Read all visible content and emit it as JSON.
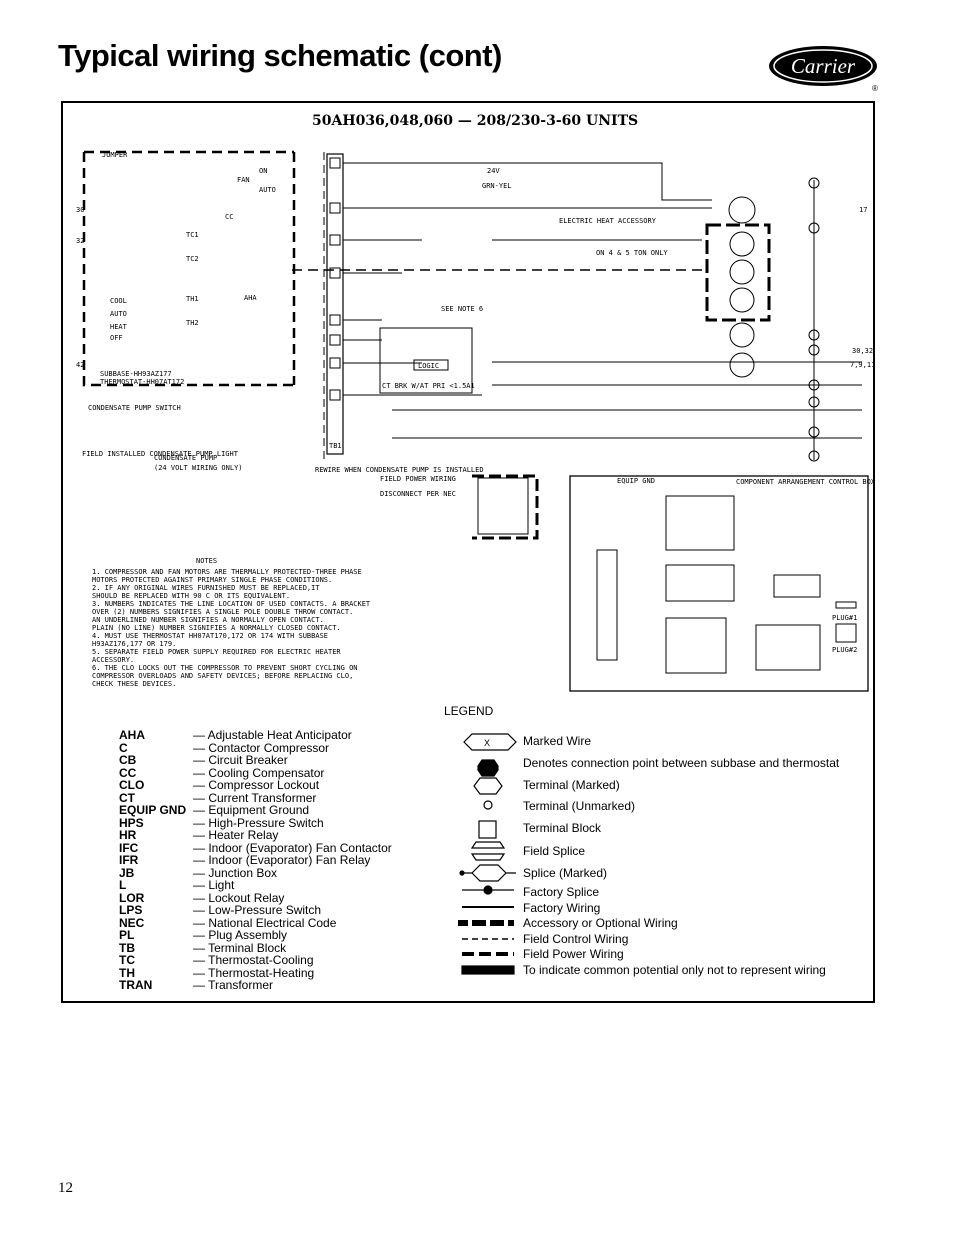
{
  "page": {
    "title": "Typical wiring schematic (cont)",
    "number": "12"
  },
  "brand": {
    "name": "Carrier",
    "mark": "®",
    "color": "#000000"
  },
  "diagram": {
    "title": "50AH036,048,060 — 208/230-3-60 UNITS",
    "labels": {
      "jumper": "JUMPER",
      "fan": "FAN",
      "on": "ON",
      "auto": "AUTO",
      "cc": "CC",
      "tc1": "TC1",
      "tc2": "TC2",
      "cool": "COOL",
      "heat": "HEAT",
      "off": "OFF",
      "th1": "TH1",
      "th2": "TH2",
      "aha": "AHA",
      "subbase": "SUBBASE-HH93AZ177",
      "thermostat": "THERMOSTAT-HH07AT172",
      "condensate_pump_switch": "CONDENSATE PUMP SWITCH",
      "field_installed": "FIELD INSTALLED CONDENSATE PUMP LIGHT",
      "condensate_pump": "CONDENSATE PUMP",
      "volt_wiring": "(24 VOLT WIRING ONLY)",
      "rewire": "REWIRE WHEN CONDENSATE PUMP IS INSTALLED",
      "field_power_wiring": "FIELD POWER WIRING",
      "disconnect": "DISCONNECT PER NEC",
      "equip_gnd": "EQUIP GND",
      "component_arrangement": "COMPONENT ARRANGEMENT CONTROL BOX",
      "electric_heat": "ELECTRIC HEAT ACCESSORY",
      "ton_only": "ON 4 & 5 TON ONLY",
      "see_note": "SEE NOTE 6",
      "plug1": "PLUG#1",
      "plug2": "PLUG#2",
      "tb1": "TB1",
      "grn_yel": "GRN-YEL",
      "v24": "24V",
      "logic": "LOGIC",
      "ct": "CT BRK W/AT PRI <1.5A1"
    },
    "wire_refs": {
      "r30": "30",
      "r32": "32",
      "r42": "42",
      "r17": "17",
      "r3032": "30,32",
      "r79": "7,9,11"
    },
    "notes_heading": "NOTES",
    "notes": [
      "1. COMPRESSOR AND FAN MOTORS ARE THERMALLY PROTECTED-THREE PHASE",
      "   MOTORS PROTECTED AGAINST PRIMARY SINGLE PHASE CONDITIONS.",
      "2. IF ANY ORIGINAL WIRES FURNISHED MUST BE REPLACED,IT",
      "   SHOULD BE REPLACED WITH 90 C OR ITS EQUIVALENT.",
      "3. NUMBERS INDICATES THE LINE LOCATION OF USED CONTACTS. A BRACKET",
      "   OVER (2) NUMBERS SIGNIFIES A SINGLE POLE DOUBLE THROW CONTACT.",
      "   AN UNDERLINED NUMBER SIGNIFIES A NORMALLY OPEN CONTACT.",
      "   PLAIN (NO LINE) NUMBER SIGNIFIES A NORMALLY CLOSED CONTACT.",
      "4. MUST USE THERMOSTAT HH07AT170,172 OR 174 WITH SUBBASE",
      "   H93AZ176,177 OR 179.",
      "5. SEPARATE FIELD POWER SUPPLY REQUIRED FOR ELECTRIC HEATER",
      "   ACCESSORY.",
      "6. THE CLO LOCKS OUT THE COMPRESSOR TO PREVENT SHORT CYCLING ON",
      "   COMPRESSOR OVERLOADS AND SAFETY DEVICES; BEFORE REPLACING CLO,",
      "   CHECK THESE DEVICES."
    ]
  },
  "legend": {
    "heading": "LEGEND",
    "abbreviations": [
      {
        "abbr": "AHA",
        "desc": "— Adjustable Heat Anticipator"
      },
      {
        "abbr": "C",
        "desc": "— Contactor Compressor"
      },
      {
        "abbr": "CB",
        "desc": "— Circuit Breaker"
      },
      {
        "abbr": "CC",
        "desc": "— Cooling Compensator"
      },
      {
        "abbr": "CLO",
        "desc": "— Compressor Lockout"
      },
      {
        "abbr": "CT",
        "desc": "— Current Transformer"
      },
      {
        "abbr": "EQUIP GND",
        "desc": "— Equipment Ground"
      },
      {
        "abbr": "HPS",
        "desc": "— High-Pressure Switch"
      },
      {
        "abbr": "HR",
        "desc": "— Heater Relay"
      },
      {
        "abbr": "IFC",
        "desc": "— Indoor (Evaporator) Fan Contactor"
      },
      {
        "abbr": "IFR",
        "desc": "— Indoor (Evaporator) Fan Relay"
      },
      {
        "abbr": "JB",
        "desc": "— Junction Box"
      },
      {
        "abbr": "L",
        "desc": "— Light"
      },
      {
        "abbr": "LOR",
        "desc": "— Lockout Relay"
      },
      {
        "abbr": "LPS",
        "desc": "— Low-Pressure Switch"
      },
      {
        "abbr": "NEC",
        "desc": "— National Electrical Code"
      },
      {
        "abbr": "PL",
        "desc": "— Plug Assembly"
      },
      {
        "abbr": "TB",
        "desc": "— Terminal Block"
      },
      {
        "abbr": "TC",
        "desc": "— Thermostat-Cooling"
      },
      {
        "abbr": "TH",
        "desc": "— Thermostat-Heating"
      },
      {
        "abbr": "TRAN",
        "desc": "— Transformer"
      }
    ],
    "symbols": [
      {
        "icon": "marked-wire-icon",
        "label": "Marked Wire"
      },
      {
        "icon": "connection-point-icon",
        "label": "Denotes connection point between subbase and thermostat"
      },
      {
        "icon": "marked-terminal-icon",
        "label": "Terminal (Marked)"
      },
      {
        "icon": "unmarked-terminal-icon",
        "label": "Terminal (Unmarked)"
      },
      {
        "icon": "terminal-block-icon",
        "label": "Terminal Block"
      },
      {
        "icon": "field-splice-icon",
        "label": "Field Splice"
      },
      {
        "icon": "marked-splice-icon",
        "label": "Splice (Marked)"
      },
      {
        "icon": "factory-splice-icon",
        "label": "Factory Splice"
      },
      {
        "icon": "factory-wiring-icon",
        "label": "Factory Wiring"
      },
      {
        "icon": "accessory-wiring-icon",
        "label": "Accessory or Optional Wiring"
      },
      {
        "icon": "field-control-wiring-icon",
        "label": "Field Control Wiring"
      },
      {
        "icon": "field-power-wiring-icon",
        "label": "Field Power Wiring"
      },
      {
        "icon": "common-potential-icon",
        "label": "To indicate common potential only not to represent wiring"
      }
    ],
    "marked_wire_letter": "X"
  }
}
